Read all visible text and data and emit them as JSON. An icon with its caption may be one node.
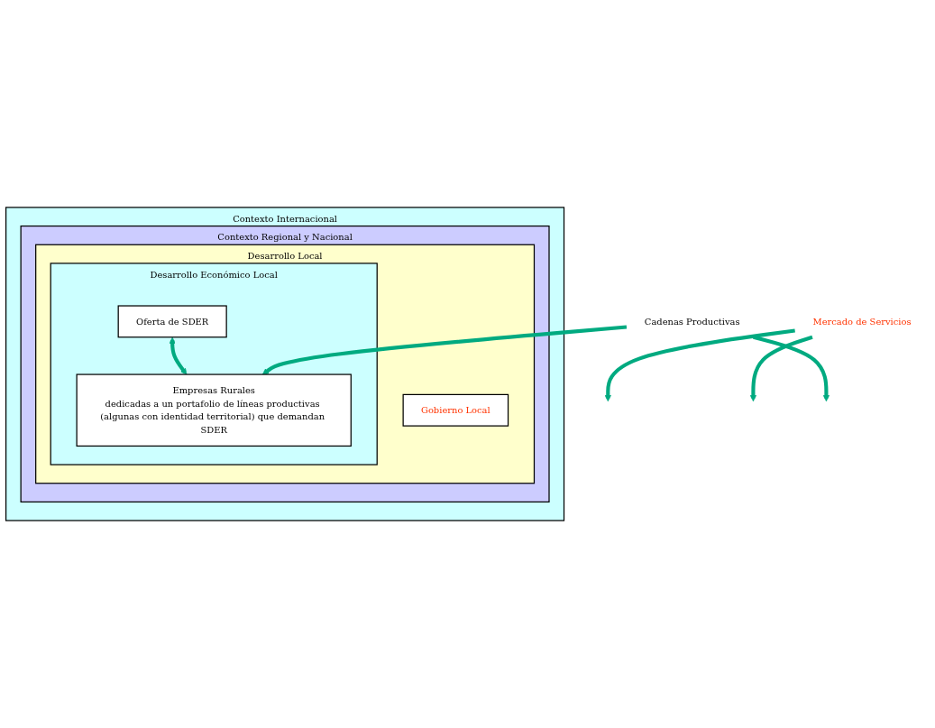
{
  "diagram": {
    "nodes": [
      {
        "text": [
          "Contexto Internacional"
        ]
      },
      {
        "text": [
          "Contexto Regional y Nacional"
        ],
        "in": 0
      },
      {
        "text": [
          "Desarrollo Local"
        ],
        "in": 1
      },
      {
        "text": [
          "Gobierno Local"
        ],
        "in": 2
      },
      {
        "text": [
          "Desarrollo Económico Local"
        ],
        "in": 2
      },
      {
        "text": [
          "Oferta de SDER"
        ],
        "in": 4
      },
      {
        "text": [
          "Mercado de Servicios"
        ]
      },
      {
        "text": [
          "Empresas Rurales",
          "dedicadas a un portafolio de líneas productivas (algunas con identidad territorial) que demandan SDER"
        ],
        "in": 4
      },
      {
        "text": [
          "Cadenas Productivas"
        ]
      }
    ],
    "edges": [
      {
        "from": 5,
        "to": 7,
        "arrow": "both"
      },
      {
        "from": 6,
        "to": null,
        "arrow": "to"
      },
      {
        "from": 6,
        "to": null,
        "arrow": "to"
      },
      {
        "from": 8,
        "to": 7,
        "arrow": "to"
      },
      {
        "from": 8,
        "to": null,
        "arrow": "to"
      }
    ]
  }
}
